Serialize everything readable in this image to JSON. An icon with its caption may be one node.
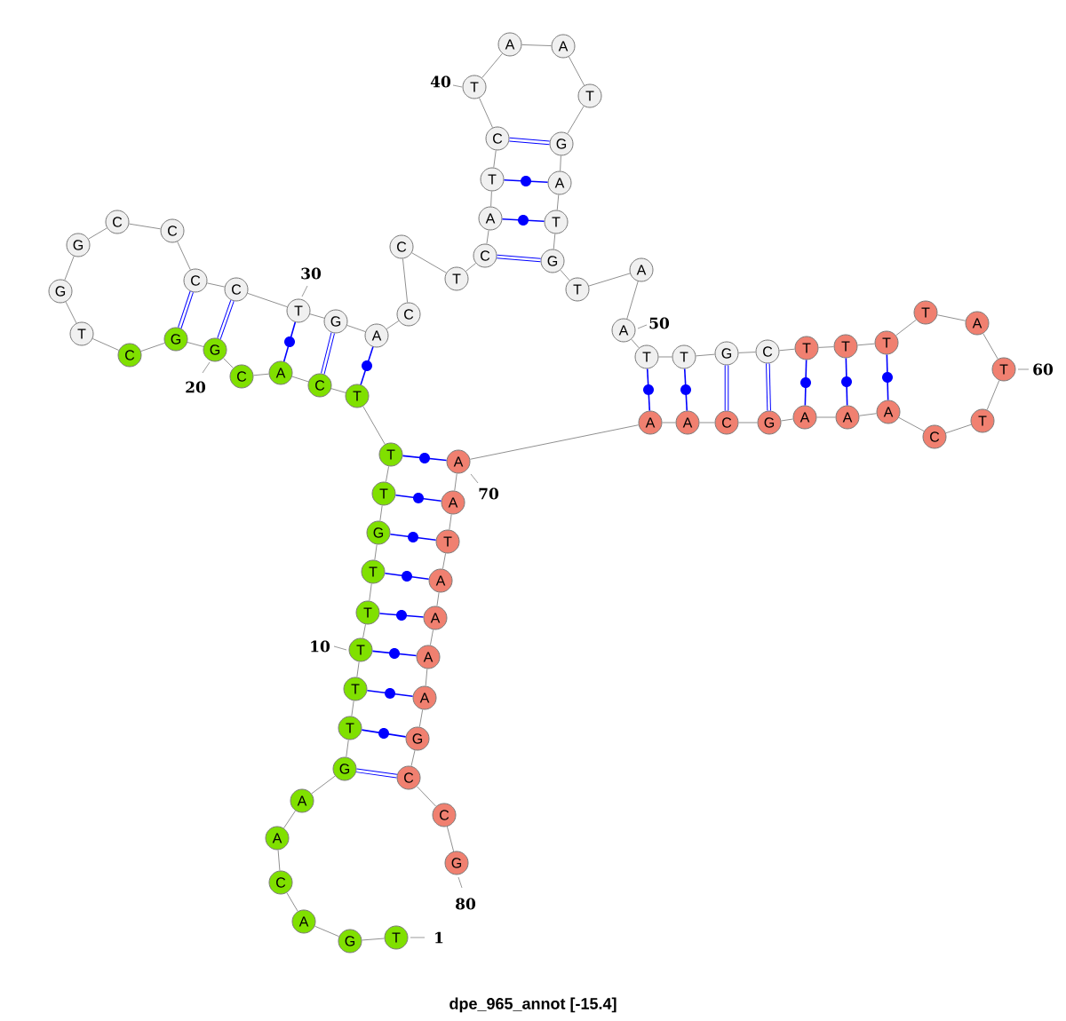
{
  "diagram": {
    "caption": "dpe_965_annot [-15.4]",
    "nodes": [
      {
        "text": [
          "T"
        ],
        "beside": [
          "1"
        ]
      },
      {
        "text": [
          "G"
        ]
      },
      {
        "text": [
          "A"
        ]
      },
      {
        "text": [
          "C"
        ]
      },
      {
        "text": [
          "A"
        ]
      },
      {
        "text": [
          "A"
        ]
      },
      {
        "text": [
          "G"
        ]
      },
      {
        "text": [
          "T"
        ]
      },
      {
        "text": [
          "T"
        ]
      },
      {
        "text": [
          "T"
        ],
        "beside": [
          "10"
        ]
      },
      {
        "text": [
          "T"
        ]
      },
      {
        "text": [
          "T"
        ]
      },
      {
        "text": [
          "G"
        ]
      },
      {
        "text": [
          "T"
        ]
      },
      {
        "text": [
          "T"
        ]
      },
      {
        "text": [
          "T"
        ]
      },
      {
        "text": [
          "C"
        ]
      },
      {
        "text": [
          "A"
        ]
      },
      {
        "text": [
          "C"
        ]
      },
      {
        "text": [
          "G"
        ],
        "beside": [
          "20"
        ]
      },
      {
        "text": [
          "G"
        ]
      },
      {
        "text": [
          "C"
        ]
      },
      {
        "text": [
          "T"
        ]
      },
      {
        "text": [
          "G"
        ]
      },
      {
        "text": [
          "G"
        ]
      },
      {
        "text": [
          "C"
        ]
      },
      {
        "text": [
          "C"
        ]
      },
      {
        "text": [
          "C"
        ]
      },
      {
        "text": [
          "C"
        ]
      },
      {
        "text": [
          "T"
        ],
        "beside": [
          "30"
        ]
      },
      {
        "text": [
          "G"
        ]
      },
      {
        "text": [
          "A"
        ]
      },
      {
        "text": [
          "C"
        ]
      },
      {
        "text": [
          "C"
        ]
      },
      {
        "text": [
          "T"
        ]
      },
      {
        "text": [
          "C"
        ]
      },
      {
        "text": [
          "A"
        ]
      },
      {
        "text": [
          "T"
        ]
      },
      {
        "text": [
          "C"
        ]
      },
      {
        "text": [
          "T"
        ],
        "beside": [
          "40"
        ]
      },
      {
        "text": [
          "A"
        ]
      },
      {
        "text": [
          "A"
        ]
      },
      {
        "text": [
          "T"
        ]
      },
      {
        "text": [
          "G"
        ]
      },
      {
        "text": [
          "A"
        ]
      },
      {
        "text": [
          "T"
        ]
      },
      {
        "text": [
          "G"
        ]
      },
      {
        "text": [
          "T"
        ]
      },
      {
        "text": [
          "A"
        ]
      },
      {
        "text": [
          "A"
        ],
        "beside": [
          "50"
        ]
      },
      {
        "text": [
          "T"
        ]
      },
      {
        "text": [
          "T"
        ]
      },
      {
        "text": [
          "G"
        ]
      },
      {
        "text": [
          "C"
        ]
      },
      {
        "text": [
          "T"
        ]
      },
      {
        "text": [
          "T"
        ]
      },
      {
        "text": [
          "T"
        ]
      },
      {
        "text": [
          "T"
        ]
      },
      {
        "text": [
          "A"
        ]
      },
      {
        "text": [
          "T"
        ],
        "beside": [
          "60"
        ]
      },
      {
        "text": [
          "T"
        ]
      },
      {
        "text": [
          "C"
        ]
      },
      {
        "text": [
          "A"
        ]
      },
      {
        "text": [
          "A"
        ]
      },
      {
        "text": [
          "A"
        ]
      },
      {
        "text": [
          "G"
        ]
      },
      {
        "text": [
          "C"
        ]
      },
      {
        "text": [
          "A"
        ]
      },
      {
        "text": [
          "A"
        ]
      },
      {
        "text": [
          "A"
        ],
        "beside": [
          "70"
        ]
      },
      {
        "text": [
          "A"
        ]
      },
      {
        "text": [
          "T"
        ]
      },
      {
        "text": [
          "A"
        ]
      },
      {
        "text": [
          "A"
        ]
      },
      {
        "text": [
          "A"
        ]
      },
      {
        "text": [
          "A"
        ]
      },
      {
        "text": [
          "G"
        ]
      },
      {
        "text": [
          "C"
        ]
      },
      {
        "text": [
          "C"
        ]
      },
      {
        "text": [
          "G"
        ],
        "beside": [
          "80"
        ]
      }
    ],
    "edges": [
      {
        "from": 0,
        "to": 1,
        "arrow": "none"
      },
      {
        "from": 1,
        "to": 2,
        "arrow": "none"
      },
      {
        "from": 2,
        "to": 3,
        "arrow": "none"
      },
      {
        "from": 3,
        "to": 4,
        "arrow": "none"
      },
      {
        "from": 4,
        "to": 5,
        "arrow": "none"
      },
      {
        "from": 5,
        "to": 6,
        "arrow": "none"
      },
      {
        "from": 6,
        "to": 7,
        "arrow": "none"
      },
      {
        "from": 7,
        "to": 8,
        "arrow": "none"
      },
      {
        "from": 8,
        "to": 9,
        "arrow": "none"
      },
      {
        "from": 9,
        "to": 10,
        "arrow": "none"
      },
      {
        "from": 10,
        "to": 11,
        "arrow": "none"
      },
      {
        "from": 11,
        "to": 12,
        "arrow": "none"
      },
      {
        "from": 12,
        "to": 13,
        "arrow": "none"
      },
      {
        "from": 13,
        "to": 14,
        "arrow": "none"
      },
      {
        "from": 14,
        "to": 15,
        "arrow": "none"
      },
      {
        "from": 15,
        "to": 16,
        "arrow": "none"
      },
      {
        "from": 16,
        "to": 17,
        "arrow": "none"
      },
      {
        "from": 17,
        "to": 18,
        "arrow": "none"
      },
      {
        "from": 18,
        "to": 19,
        "arrow": "none"
      },
      {
        "from": 19,
        "to": 20,
        "arrow": "none"
      },
      {
        "from": 20,
        "to": 21,
        "arrow": "none"
      },
      {
        "from": 21,
        "to": 22,
        "arrow": "none"
      },
      {
        "from": 22,
        "to": 23,
        "arrow": "none"
      },
      {
        "from": 23,
        "to": 24,
        "arrow": "none"
      },
      {
        "from": 24,
        "to": 25,
        "arrow": "none"
      },
      {
        "from": 25,
        "to": 26,
        "arrow": "none"
      },
      {
        "from": 26,
        "to": 27,
        "arrow": "none"
      },
      {
        "from": 27,
        "to": 28,
        "arrow": "none"
      },
      {
        "from": 28,
        "to": 29,
        "arrow": "none"
      },
      {
        "from": 29,
        "to": 30,
        "arrow": "none"
      },
      {
        "from": 30,
        "to": 31,
        "arrow": "none"
      },
      {
        "from": 31,
        "to": 32,
        "arrow": "none"
      },
      {
        "from": 32,
        "to": 33,
        "arrow": "none"
      },
      {
        "from": 33,
        "to": 34,
        "arrow": "none"
      },
      {
        "from": 34,
        "to": 35,
        "arrow": "none"
      },
      {
        "from": 35,
        "to": 36,
        "arrow": "none"
      },
      {
        "from": 36,
        "to": 37,
        "arrow": "none"
      },
      {
        "from": 37,
        "to": 38,
        "arrow": "none"
      },
      {
        "from": 38,
        "to": 39,
        "arrow": "none"
      },
      {
        "from": 39,
        "to": 40,
        "arrow": "none"
      },
      {
        "from": 40,
        "to": 41,
        "arrow": "none"
      },
      {
        "from": 41,
        "to": 42,
        "arrow": "none"
      },
      {
        "from": 42,
        "to": 43,
        "arrow": "none"
      },
      {
        "from": 43,
        "to": 44,
        "arrow": "none"
      },
      {
        "from": 44,
        "to": 45,
        "arrow": "none"
      },
      {
        "from": 45,
        "to": 46,
        "arrow": "none"
      },
      {
        "from": 46,
        "to": 47,
        "arrow": "none"
      },
      {
        "from": 47,
        "to": 48,
        "arrow": "none"
      },
      {
        "from": 48,
        "to": 49,
        "arrow": "none"
      },
      {
        "from": 49,
        "to": 50,
        "arrow": "none"
      },
      {
        "from": 50,
        "to": 51,
        "arrow": "none"
      },
      {
        "from": 51,
        "to": 52,
        "arrow": "none"
      },
      {
        "from": 52,
        "to": 53,
        "arrow": "none"
      },
      {
        "from": 53,
        "to": 54,
        "arrow": "none"
      },
      {
        "from": 54,
        "to": 55,
        "arrow": "none"
      },
      {
        "from": 55,
        "to": 56,
        "arrow": "none"
      },
      {
        "from": 56,
        "to": 57,
        "arrow": "none"
      },
      {
        "from": 57,
        "to": 58,
        "arrow": "none"
      },
      {
        "from": 58,
        "to": 59,
        "arrow": "none"
      },
      {
        "from": 59,
        "to": 60,
        "arrow": "none"
      },
      {
        "from": 60,
        "to": 61,
        "arrow": "none"
      },
      {
        "from": 61,
        "to": 62,
        "arrow": "none"
      },
      {
        "from": 62,
        "to": 63,
        "arrow": "none"
      },
      {
        "from": 63,
        "to": 64,
        "arrow": "none"
      },
      {
        "from": 64,
        "to": 65,
        "arrow": "none"
      },
      {
        "from": 65,
        "to": 66,
        "arrow": "none"
      },
      {
        "from": 66,
        "to": 67,
        "arrow": "none"
      },
      {
        "from": 67,
        "to": 68,
        "arrow": "none"
      },
      {
        "from": 68,
        "to": 69,
        "arrow": "none"
      },
      {
        "from": 69,
        "to": 70,
        "arrow": "none"
      },
      {
        "from": 70,
        "to": 71,
        "arrow": "none"
      },
      {
        "from": 71,
        "to": 72,
        "arrow": "none"
      },
      {
        "from": 72,
        "to": 73,
        "arrow": "none"
      },
      {
        "from": 73,
        "to": 74,
        "arrow": "none"
      },
      {
        "from": 74,
        "to": 75,
        "arrow": "none"
      },
      {
        "from": 75,
        "to": 76,
        "arrow": "none"
      },
      {
        "from": 76,
        "to": 77,
        "arrow": "none"
      },
      {
        "from": 77,
        "to": 78,
        "arrow": "none"
      },
      {
        "from": 78,
        "to": 79,
        "arrow": "none"
      },
      {
        "from": 6,
        "to": 77,
        "arrow": "none",
        "color": "#0000ff",
        "style": "thick"
      },
      {
        "from": 7,
        "to": 76,
        "arrow": "none",
        "color": "#0000ff"
      },
      {
        "from": 8,
        "to": 75,
        "arrow": "none",
        "color": "#0000ff"
      },
      {
        "from": 9,
        "to": 74,
        "arrow": "none",
        "color": "#0000ff"
      },
      {
        "from": 10,
        "to": 73,
        "arrow": "none",
        "color": "#0000ff"
      },
      {
        "from": 11,
        "to": 72,
        "arrow": "none",
        "color": "#0000ff"
      },
      {
        "from": 12,
        "to": 71,
        "arrow": "none",
        "color": "#0000ff"
      },
      {
        "from": 13,
        "to": 70,
        "arrow": "none",
        "color": "#0000ff"
      },
      {
        "from": 14,
        "to": 69,
        "arrow": "none",
        "color": "#0000ff"
      },
      {
        "from": 27,
        "to": 20,
        "arrow": "none",
        "color": "#0000ff",
        "style": "thick"
      },
      {
        "from": 28,
        "to": 19,
        "arrow": "none",
        "color": "#0000ff",
        "style": "thick"
      },
      {
        "from": 29,
        "to": 17,
        "arrow": "none",
        "color": "#0000ff"
      },
      {
        "from": 30,
        "to": 16,
        "arrow": "none",
        "color": "#0000ff",
        "style": "thick"
      },
      {
        "from": 31,
        "to": 15,
        "arrow": "none",
        "color": "#0000ff"
      },
      {
        "from": 35,
        "to": 46,
        "arrow": "none",
        "color": "#0000ff",
        "style": "thick"
      },
      {
        "from": 36,
        "to": 45,
        "arrow": "none",
        "color": "#0000ff"
      },
      {
        "from": 37,
        "to": 44,
        "arrow": "none",
        "color": "#0000ff"
      },
      {
        "from": 38,
        "to": 43,
        "arrow": "none",
        "color": "#0000ff",
        "style": "thick"
      },
      {
        "from": 50,
        "to": 68,
        "arrow": "none",
        "color": "#0000ff"
      },
      {
        "from": 51,
        "to": 67,
        "arrow": "none",
        "color": "#0000ff"
      },
      {
        "from": 52,
        "to": 66,
        "arrow": "none",
        "color": "#0000ff",
        "style": "thick"
      },
      {
        "from": 53,
        "to": 65,
        "arrow": "none",
        "color": "#0000ff",
        "style": "thick"
      },
      {
        "from": 54,
        "to": 64,
        "arrow": "none",
        "color": "#0000ff"
      },
      {
        "from": 55,
        "to": 63,
        "arrow": "none",
        "color": "#0000ff"
      },
      {
        "from": 56,
        "to": 62,
        "arrow": "none",
        "color": "#0000ff"
      }
    ]
  }
}
